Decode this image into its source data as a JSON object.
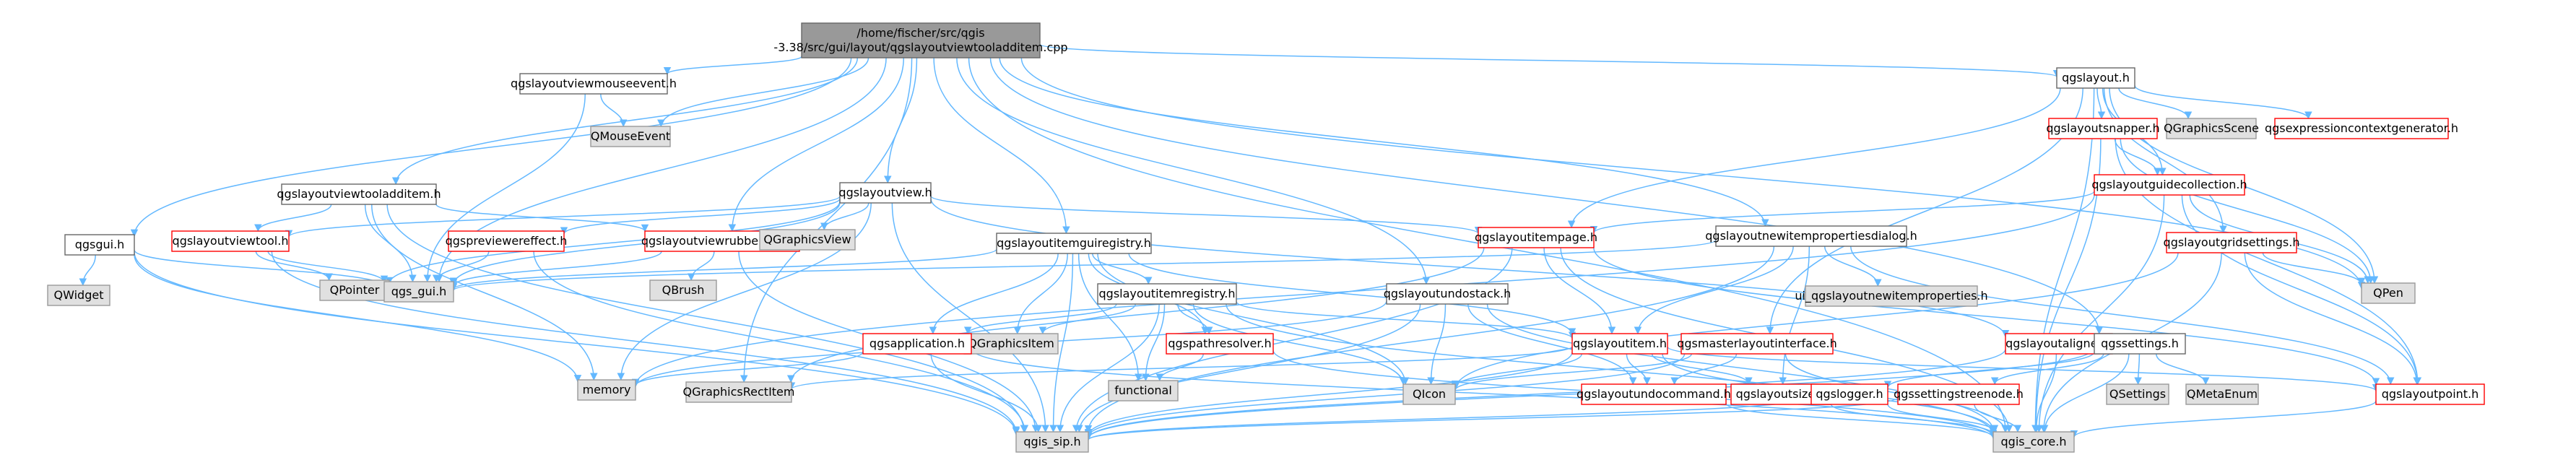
{
  "styles": {
    "edge_color": "#63b8ff",
    "root": {
      "fill": "#999999",
      "stroke": "#666666"
    },
    "default": {
      "fill": "#ffffff",
      "stroke": "#666666"
    },
    "red": {
      "fill": "#ffffff",
      "stroke": "#ff0000"
    },
    "gray": {
      "fill": "#e0e0e0",
      "stroke": "#999999"
    }
  },
  "nodes": [
    {
      "id": "root",
      "style": "root",
      "lines": [
        "/home/fischer/src/qgis",
        "-3.38/src/gui/layout/qgslayoutviewtooladditem.cpp"
      ]
    },
    {
      "id": "mouseevent_h",
      "style": "default",
      "lines": [
        "qgslayoutviewmouseevent.h"
      ]
    },
    {
      "id": "qmouseevent",
      "style": "gray",
      "lines": [
        "QMouseEvent"
      ]
    },
    {
      "id": "tooladditem_h",
      "style": "default",
      "lines": [
        "qgslayoutviewtooladditem.h"
      ]
    },
    {
      "id": "layoutview_h",
      "style": "default",
      "lines": [
        "qgslayoutview.h"
      ]
    },
    {
      "id": "qgsgui_h",
      "style": "default",
      "lines": [
        "qgsgui.h"
      ]
    },
    {
      "id": "qwidget",
      "style": "gray",
      "lines": [
        "QWidget"
      ]
    },
    {
      "id": "viewtool_h",
      "style": "red",
      "lines": [
        "qgslayoutviewtool.h"
      ]
    },
    {
      "id": "previeweffect_h",
      "style": "red",
      "lines": [
        "qgspreviewereffect.h"
      ]
    },
    {
      "id": "rubberband_h",
      "style": "red",
      "lines": [
        "qgslayoutviewrubberband.h"
      ]
    },
    {
      "id": "qgraphicsview",
      "style": "gray",
      "lines": [
        "QGraphicsView"
      ]
    },
    {
      "id": "qpointer",
      "style": "gray",
      "lines": [
        "QPointer"
      ]
    },
    {
      "id": "qgs_gui_h",
      "style": "gray",
      "lines": [
        "qgs_gui.h"
      ]
    },
    {
      "id": "qbrush",
      "style": "gray",
      "lines": [
        "QBrush"
      ]
    },
    {
      "id": "itemguiregistry_h",
      "style": "default",
      "lines": [
        "qgslayoutitemguiregistry.h"
      ]
    },
    {
      "id": "itemregistry_h",
      "style": "default",
      "lines": [
        "qgslayoutitemregistry.h"
      ]
    },
    {
      "id": "qgraphicsitem",
      "style": "gray",
      "lines": [
        "QGraphicsItem"
      ]
    },
    {
      "id": "application_h",
      "style": "red",
      "lines": [
        "qgsapplication.h"
      ]
    },
    {
      "id": "pathresolver_h",
      "style": "red",
      "lines": [
        "qgspathresolver.h"
      ]
    },
    {
      "id": "memory",
      "style": "gray",
      "lines": [
        "memory"
      ]
    },
    {
      "id": "qgraphicsrectitem",
      "style": "gray",
      "lines": [
        "QGraphicsRectItem"
      ]
    },
    {
      "id": "functional",
      "style": "gray",
      "lines": [
        "functional"
      ]
    },
    {
      "id": "qgis_sip_h",
      "style": "gray",
      "lines": [
        "qgis_sip.h"
      ]
    },
    {
      "id": "undostack_h",
      "style": "default",
      "lines": [
        "qgslayoutundostack.h"
      ]
    },
    {
      "id": "itempage_h",
      "style": "red",
      "lines": [
        "qgslayoutitempage.h"
      ]
    },
    {
      "id": "newitemprops_h",
      "style": "default",
      "lines": [
        "qgslayoutnewitempropertiesdialog.h"
      ]
    },
    {
      "id": "ui_newitemprops",
      "style": "gray",
      "lines": [
        "ui_qgslayoutnewitemproperties.h"
      ]
    },
    {
      "id": "layoutitem_h",
      "style": "red",
      "lines": [
        "qgslayoutitem.h"
      ]
    },
    {
      "id": "masterlayout_h",
      "style": "red",
      "lines": [
        "qgsmasterlayoutinterface.h"
      ]
    },
    {
      "id": "aligner_h",
      "style": "red",
      "lines": [
        "qgslayoutaligner.h"
      ]
    },
    {
      "id": "qicon",
      "style": "gray",
      "lines": [
        "QIcon"
      ]
    },
    {
      "id": "undocommand_h",
      "style": "red",
      "lines": [
        "qgslayoutundocommand.h"
      ]
    },
    {
      "id": "layoutsize_h",
      "style": "red",
      "lines": [
        "qgslayoutsize.h"
      ]
    },
    {
      "id": "qgis_core_h",
      "style": "gray",
      "lines": [
        "qgis_core.h"
      ]
    },
    {
      "id": "layout_h",
      "style": "default",
      "lines": [
        "qgslayout.h"
      ]
    },
    {
      "id": "snapper_h",
      "style": "red",
      "lines": [
        "qgslayoutsnapper.h"
      ]
    },
    {
      "id": "qgraphicsscene",
      "style": "gray",
      "lines": [
        "QGraphicsScene"
      ]
    },
    {
      "id": "exprctxgen_h",
      "style": "red",
      "lines": [
        "qgsexpressioncontextgenerator.h"
      ]
    },
    {
      "id": "guidecollection_h",
      "style": "red",
      "lines": [
        "qgslayoutguidecollection.h"
      ]
    },
    {
      "id": "gridsettings_h",
      "style": "red",
      "lines": [
        "qgslayoutgridsettings.h"
      ]
    },
    {
      "id": "qpen",
      "style": "gray",
      "lines": [
        "QPen"
      ]
    },
    {
      "id": "qgssettings_h",
      "style": "default",
      "lines": [
        "qgssettings.h"
      ]
    },
    {
      "id": "qsettings",
      "style": "gray",
      "lines": [
        "QSettings"
      ]
    },
    {
      "id": "qmetaenum",
      "style": "gray",
      "lines": [
        "QMetaEnum"
      ]
    },
    {
      "id": "logger_h",
      "style": "red",
      "lines": [
        "qgslogger.h"
      ]
    },
    {
      "id": "settingstreenode_h",
      "style": "red",
      "lines": [
        "qgssettingstreenode.h"
      ]
    },
    {
      "id": "layoutpoint_h",
      "style": "red",
      "lines": [
        "qgslayoutpoint.h"
      ]
    }
  ],
  "edges": [
    [
      "root",
      "mouseevent_h"
    ],
    [
      "root",
      "qmouseevent"
    ],
    [
      "root",
      "tooladditem_h"
    ],
    [
      "root",
      "layoutview_h"
    ],
    [
      "root",
      "qgsgui_h"
    ],
    [
      "root",
      "rubberband_h"
    ],
    [
      "root",
      "itemguiregistry_h"
    ],
    [
      "root",
      "undostack_h"
    ],
    [
      "root",
      "newitemprops_h"
    ],
    [
      "root",
      "layout_h"
    ],
    [
      "root",
      "qgssettings_h"
    ],
    [
      "root",
      "qpen"
    ],
    [
      "root",
      "qgis_core_h"
    ],
    [
      "root",
      "qgraphicsrectitem"
    ],
    [
      "root",
      "qgs_gui_h"
    ],
    [
      "mouseevent_h",
      "qmouseevent"
    ],
    [
      "mouseevent_h",
      "qgs_gui_h"
    ],
    [
      "tooladditem_h",
      "viewtool_h"
    ],
    [
      "tooladditem_h",
      "qgs_gui_h"
    ],
    [
      "tooladditem_h",
      "rubberband_h"
    ],
    [
      "tooladditem_h",
      "memory"
    ],
    [
      "tooladditem_h",
      "qgis_sip_h"
    ],
    [
      "layoutview_h",
      "qgraphicsview"
    ],
    [
      "layoutview_h",
      "qgs_gui_h"
    ],
    [
      "layoutview_h",
      "viewtool_h"
    ],
    [
      "layoutview_h",
      "previeweffect_h"
    ],
    [
      "layoutview_h",
      "qpointer"
    ],
    [
      "layoutview_h",
      "itempage_h"
    ],
    [
      "layoutview_h",
      "memory"
    ],
    [
      "layoutview_h",
      "qgis_sip_h"
    ],
    [
      "layoutview_h",
      "aligner_h"
    ],
    [
      "qgsgui_h",
      "qwidget"
    ],
    [
      "qgsgui_h",
      "qgs_gui_h"
    ],
    [
      "qgsgui_h",
      "memory"
    ],
    [
      "qgsgui_h",
      "qgis_sip_h"
    ],
    [
      "viewtool_h",
      "qpointer"
    ],
    [
      "viewtool_h",
      "qgs_gui_h"
    ],
    [
      "viewtool_h",
      "qgis_sip_h"
    ],
    [
      "previeweffect_h",
      "qgs_gui_h"
    ],
    [
      "previeweffect_h",
      "qgis_sip_h"
    ],
    [
      "rubberband_h",
      "qbrush"
    ],
    [
      "rubberband_h",
      "qgs_gui_h"
    ],
    [
      "rubberband_h",
      "qgis_sip_h"
    ],
    [
      "itemguiregistry_h",
      "qgs_gui_h"
    ],
    [
      "itemguiregistry_h",
      "itemregistry_h"
    ],
    [
      "itemguiregistry_h",
      "qgraphicsitem"
    ],
    [
      "itemguiregistry_h",
      "application_h"
    ],
    [
      "itemguiregistry_h",
      "pathresolver_h"
    ],
    [
      "itemguiregistry_h",
      "functional"
    ],
    [
      "itemguiregistry_h",
      "qgis_sip_h"
    ],
    [
      "itemguiregistry_h",
      "layoutitem_h"
    ],
    [
      "itemguiregistry_h",
      "qicon"
    ],
    [
      "itemregistry_h",
      "application_h"
    ],
    [
      "itemregistry_h",
      "pathresolver_h"
    ],
    [
      "itemregistry_h",
      "qgraphicsitem"
    ],
    [
      "itemregistry_h",
      "functional"
    ],
    [
      "itemregistry_h",
      "qgis_core_h"
    ],
    [
      "itemregistry_h",
      "qgis_sip_h"
    ],
    [
      "itemregistry_h",
      "qicon"
    ],
    [
      "itemregistry_h",
      "layoutitem_h"
    ],
    [
      "application_h",
      "memory"
    ],
    [
      "application_h",
      "qgis_core_h"
    ],
    [
      "application_h",
      "qgis_sip_h"
    ],
    [
      "pathresolver_h",
      "functional"
    ],
    [
      "pathresolver_h",
      "qgis_core_h"
    ],
    [
      "undostack_h",
      "undocommand_h"
    ],
    [
      "undostack_h",
      "qgis_core_h"
    ],
    [
      "undostack_h",
      "qgis_sip_h"
    ],
    [
      "undostack_h",
      "memory"
    ],
    [
      "undostack_h",
      "qicon"
    ],
    [
      "itempage_h",
      "layoutitem_h"
    ],
    [
      "itempage_h",
      "qgis_core_h"
    ],
    [
      "itempage_h",
      "qgis_sip_h"
    ],
    [
      "itempage_h",
      "qgraphicsrectitem"
    ],
    [
      "itempage_h",
      "layoutpoint_h"
    ],
    [
      "newitemprops_h",
      "ui_newitemprops"
    ],
    [
      "newitemprops_h",
      "qgs_gui_h"
    ],
    [
      "newitemprops_h",
      "layoutitem_h"
    ],
    [
      "newitemprops_h",
      "layoutpoint_h"
    ],
    [
      "newitemprops_h",
      "layoutsize_h"
    ],
    [
      "newitemprops_h",
      "qgis_sip_h"
    ],
    [
      "layoutitem_h",
      "qgis_core_h"
    ],
    [
      "layoutitem_h",
      "undocommand_h"
    ],
    [
      "layoutitem_h",
      "layoutsize_h"
    ],
    [
      "layoutitem_h",
      "layoutpoint_h"
    ],
    [
      "layoutitem_h",
      "qgraphicsrectitem"
    ],
    [
      "layoutitem_h",
      "qicon"
    ],
    [
      "layoutitem_h",
      "qgis_sip_h"
    ],
    [
      "masterlayout_h",
      "qgis_core_h"
    ],
    [
      "masterlayout_h",
      "qgis_sip_h"
    ],
    [
      "masterlayout_h",
      "undocommand_h"
    ],
    [
      "masterlayout_h",
      "qicon"
    ],
    [
      "aligner_h",
      "qgis_core_h"
    ],
    [
      "aligner_h",
      "qgis_sip_h"
    ],
    [
      "undocommand_h",
      "qgis_core_h"
    ],
    [
      "layoutsize_h",
      "qgis_core_h"
    ],
    [
      "layout_h",
      "snapper_h"
    ],
    [
      "layout_h",
      "qgraphicsscene"
    ],
    [
      "layout_h",
      "exprctxgen_h"
    ],
    [
      "layout_h",
      "guidecollection_h"
    ],
    [
      "layout_h",
      "gridsettings_h"
    ],
    [
      "layout_h",
      "masterlayout_h"
    ],
    [
      "layout_h",
      "qpen"
    ],
    [
      "layout_h",
      "qgis_core_h"
    ],
    [
      "layout_h",
      "itempage_h"
    ],
    [
      "snapper_h",
      "guidecollection_h"
    ],
    [
      "snapper_h",
      "qpen"
    ],
    [
      "snapper_h",
      "qgis_core_h"
    ],
    [
      "snapper_h",
      "layoutpoint_h"
    ],
    [
      "guidecollection_h",
      "qpen"
    ],
    [
      "guidecollection_h",
      "itempage_h"
    ],
    [
      "guidecollection_h",
      "qgis_core_h"
    ],
    [
      "guidecollection_h",
      "layoutpoint_h"
    ],
    [
      "guidecollection_h",
      "memory"
    ],
    [
      "gridsettings_h",
      "qpen"
    ],
    [
      "gridsettings_h",
      "layoutpoint_h"
    ],
    [
      "gridsettings_h",
      "qgis_core_h"
    ],
    [
      "gridsettings_h",
      "qicon"
    ],
    [
      "qgssettings_h",
      "qsettings"
    ],
    [
      "qgssettings_h",
      "qmetaenum"
    ],
    [
      "qgssettings_h",
      "logger_h"
    ],
    [
      "qgssettings_h",
      "settingstreenode_h"
    ],
    [
      "qgssettings_h",
      "qgis_core_h"
    ],
    [
      "qgssettings_h",
      "qgis_sip_h"
    ],
    [
      "logger_h",
      "qgis_core_h"
    ],
    [
      "logger_h",
      "qgis_sip_h"
    ],
    [
      "settingstreenode_h",
      "qgis_core_h"
    ],
    [
      "settingstreenode_h",
      "qgis_sip_h"
    ],
    [
      "layoutpoint_h",
      "qgis_core_h"
    ]
  ]
}
